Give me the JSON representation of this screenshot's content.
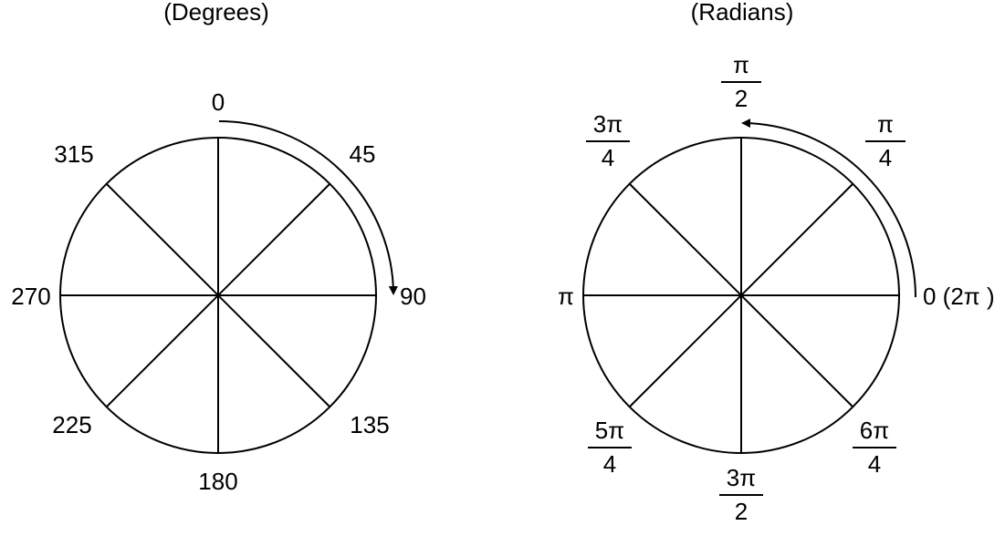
{
  "degrees_wheel": {
    "heading": "(Degrees)",
    "labels": [
      "0",
      "45",
      "90",
      "135",
      "180",
      "225",
      "270",
      "315"
    ]
  },
  "radians_wheel": {
    "heading": "(Radians)",
    "labels": [
      {
        "num": "π",
        "den": "2"
      },
      {
        "num": "π",
        "den": "4"
      },
      {
        "text": "0 (2π )"
      },
      {
        "num": "6π",
        "den": "4"
      },
      {
        "num": "3π",
        "den": "2"
      },
      {
        "num": "5π",
        "den": "4"
      },
      {
        "text": "π"
      },
      {
        "num": "3π",
        "den": "4"
      }
    ]
  },
  "colors": {
    "stroke": "#000000",
    "background": "#ffffff"
  }
}
